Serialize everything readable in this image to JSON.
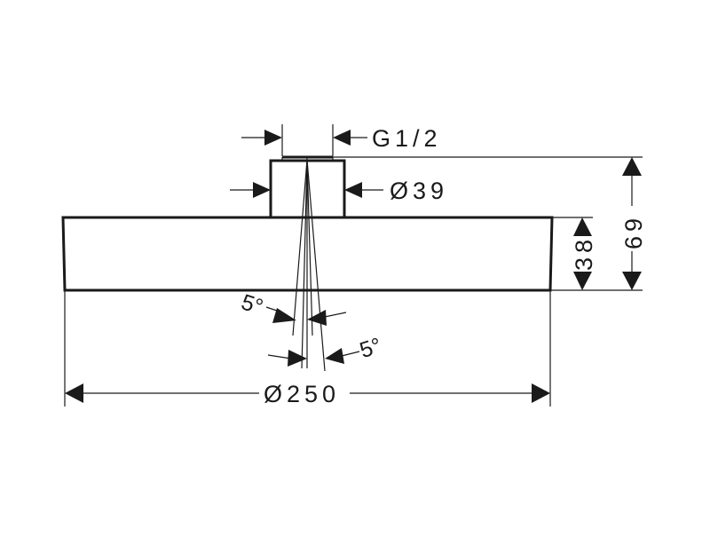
{
  "drawing": {
    "dimensions": {
      "thread": "G1/2",
      "neck_diameter": "Ø39",
      "head_diameter": "Ø250",
      "head_height": "38",
      "total_height": "69",
      "tilt_left": "5°",
      "tilt_right": "5°"
    },
    "colors": {
      "line": "#1a1a1a",
      "background": "#ffffff"
    }
  }
}
